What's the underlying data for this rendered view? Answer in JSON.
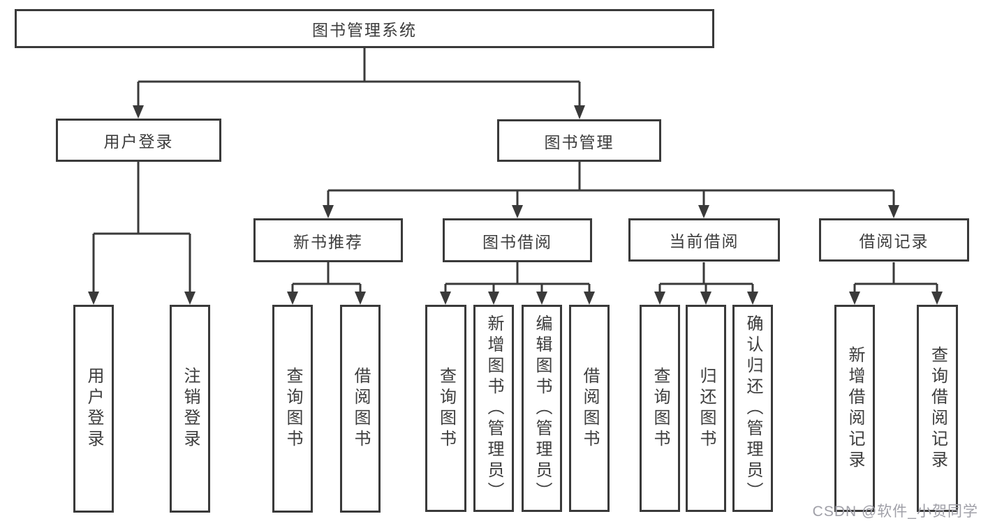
{
  "diagram": {
    "type": "hierarchy-tree",
    "watermark": "CSDN @软件_小贺同学",
    "colors": {
      "line": "#3a3a3a",
      "box_background": "#ffffff",
      "text": "#3d3d3d",
      "watermark_text": "#a0a0a8"
    },
    "tree": {
      "label": "图书管理系统",
      "children": [
        {
          "label": "用户登录",
          "children": [
            {
              "label": "用户登录"
            },
            {
              "label": "注销登录"
            }
          ]
        },
        {
          "label": "图书管理",
          "children": [
            {
              "label": "新书推荐",
              "children": [
                {
                  "label": "查询图书"
                },
                {
                  "label": "借阅图书"
                }
              ]
            },
            {
              "label": "图书借阅",
              "children": [
                {
                  "label": "查询图书"
                },
                {
                  "label": "新增图书（管理员）"
                },
                {
                  "label": "编辑图书（管理员）"
                },
                {
                  "label": "借阅图书"
                }
              ]
            },
            {
              "label": "当前借阅",
              "children": [
                {
                  "label": "查询图书"
                },
                {
                  "label": "归还图书"
                },
                {
                  "label": "确认归还（管理员）"
                }
              ]
            },
            {
              "label": "借阅记录",
              "children": [
                {
                  "label": "新增借阅记录"
                },
                {
                  "label": "查询借阅记录"
                }
              ]
            }
          ]
        }
      ]
    }
  }
}
